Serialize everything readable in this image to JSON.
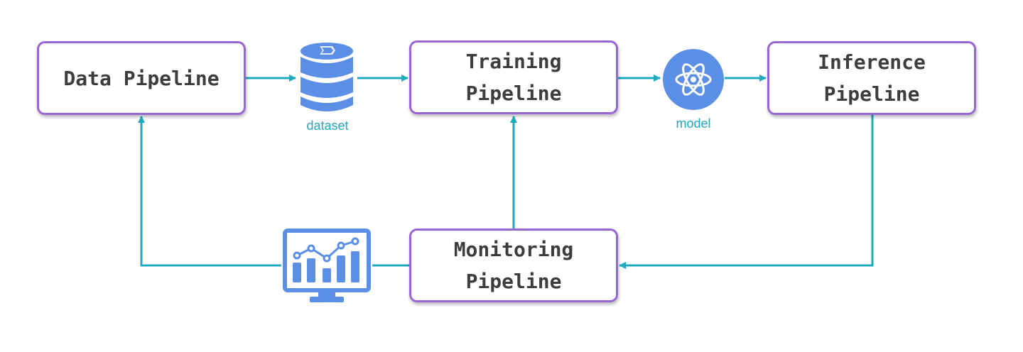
{
  "nodes": {
    "data_pipeline": "Data Pipeline",
    "training_pipeline": "Training\nPipeline",
    "inference_pipeline": "Inference\nPipeline",
    "monitoring_pipeline": "Monitoring\nPipeline"
  },
  "artifacts": {
    "dataset_label": "dataset",
    "dataset_icon": "database-icon",
    "model_label": "model",
    "model_icon": "atom-icon",
    "monitor_icon": "dashboard-chart-icon"
  },
  "colors": {
    "node_border": "#9966d6",
    "connector": "#1fa9bd",
    "icon_fill": "#5b8fe6"
  }
}
